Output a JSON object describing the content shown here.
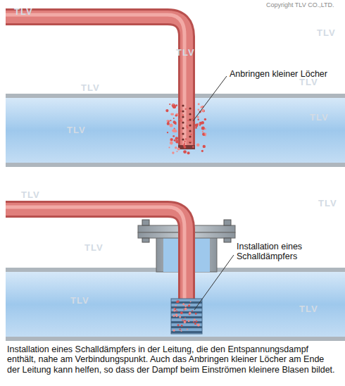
{
  "diagram": {
    "caption": "Installation eines Schalldämpfers in der Leitung, die den Entspannungsdampf enthält, nahe am Verbindungspunkt. Auch das Anbringen kleiner Löcher am Ende der Leitung kann helfen, so dass der Dampf beim Einströmen kleinere Blasen bildet.",
    "labels": [
      "Copyright TLV CO.,LTD.",
      "Anbringen kleiner Löcher",
      "Installation eines Schalldämpfers",
      "TLV",
      "TLV",
      "TLV",
      "TLV",
      "TLV",
      "TLV",
      "TLV",
      "TLV",
      "TLV",
      "TLV",
      "TLV",
      "TLV"
    ]
  }
}
